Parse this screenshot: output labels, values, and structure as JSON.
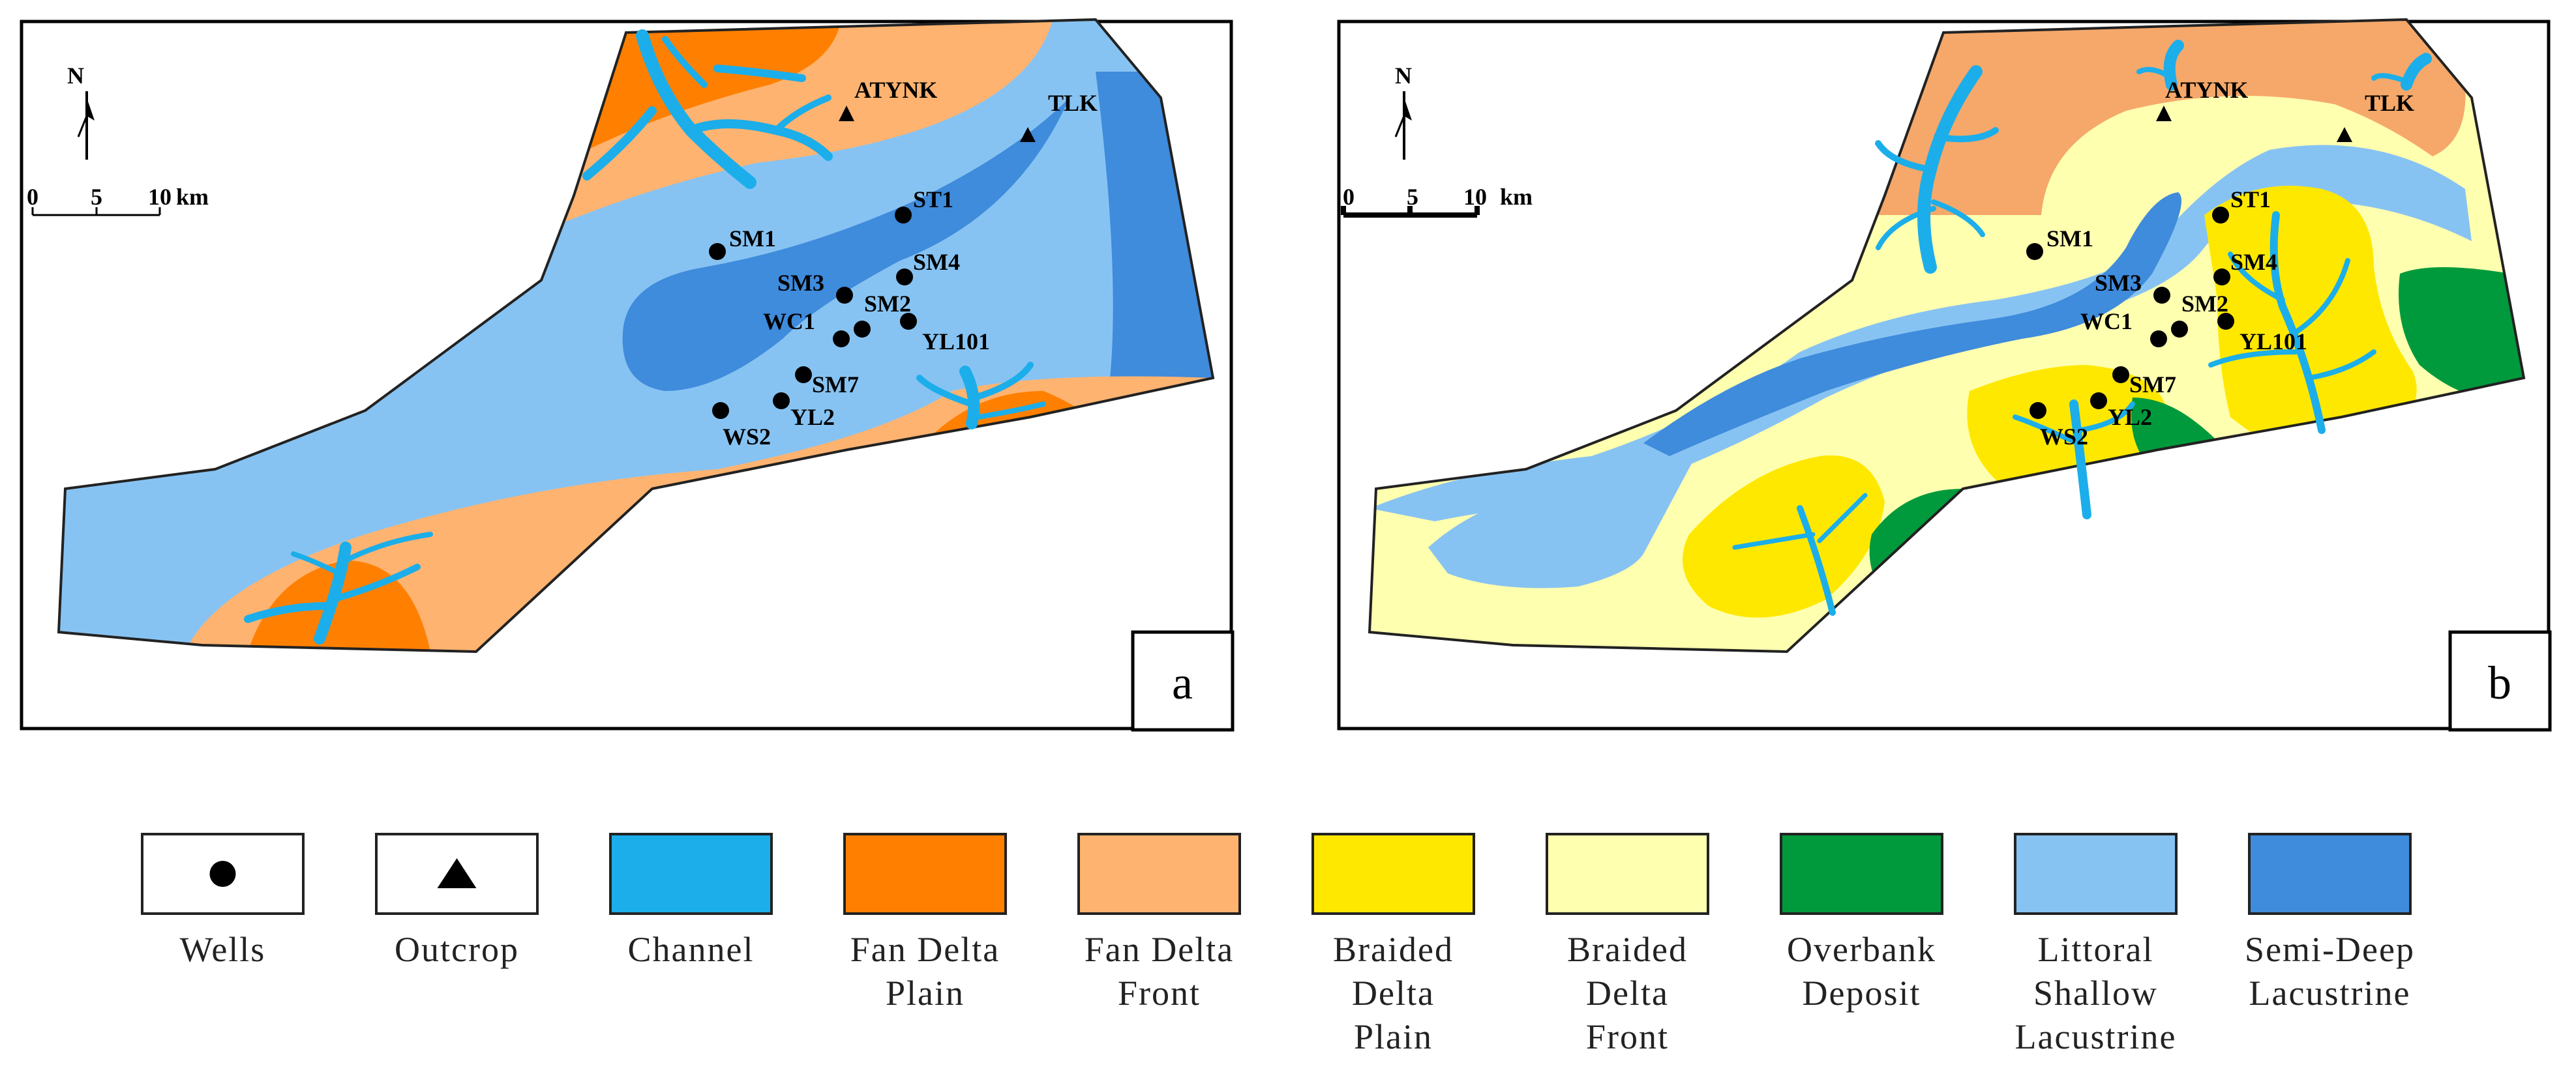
{
  "colors": {
    "fan_delta_plain": "#FF8000",
    "fan_delta_front": "#FFB370",
    "braided_delta_plain": "#FFE800",
    "braided_delta_front": "#FFFFB0",
    "overbank_deposit": "#009A3C",
    "littoral_shallow_lacustrine": "#87C3F2",
    "semi_deep_lacustrine": "#3F8BDC",
    "channel": "#1BAEEA",
    "well_marker": "#000000"
  },
  "north_label": "N",
  "scale_bar": {
    "ticks": [
      "0",
      "5",
      "10"
    ],
    "unit": "km"
  },
  "panels": [
    {
      "letter": "a",
      "wells": [
        {
          "name": "ST1"
        },
        {
          "name": "SM1"
        },
        {
          "name": "SM3"
        },
        {
          "name": "SM4"
        },
        {
          "name": "SM2"
        },
        {
          "name": "WC1"
        },
        {
          "name": "YL101"
        },
        {
          "name": "SM7"
        },
        {
          "name": "YL2"
        },
        {
          "name": "WS2"
        }
      ],
      "outcrops": [
        {
          "name": "ATYNK"
        },
        {
          "name": "TLK"
        }
      ]
    },
    {
      "letter": "b",
      "wells": [
        {
          "name": "ST1"
        },
        {
          "name": "SM1"
        },
        {
          "name": "SM3"
        },
        {
          "name": "SM4"
        },
        {
          "name": "SM2"
        },
        {
          "name": "WC1"
        },
        {
          "name": "YL101"
        },
        {
          "name": "SM7"
        },
        {
          "name": "YL2"
        },
        {
          "name": "WS2"
        }
      ],
      "outcrops": [
        {
          "name": "ATYNK"
        },
        {
          "name": "TLK"
        }
      ]
    }
  ],
  "legend": [
    {
      "lines": [
        "Wells"
      ],
      "symbol": "well"
    },
    {
      "lines": [
        "Outcrop"
      ],
      "symbol": "outcrop"
    },
    {
      "lines": [
        "Channel"
      ],
      "symbol": "channel"
    },
    {
      "lines": [
        "Fan Delta",
        "Plain"
      ],
      "symbol": "fan_delta_plain"
    },
    {
      "lines": [
        "Fan Delta",
        "Front"
      ],
      "symbol": "fan_delta_front"
    },
    {
      "lines": [
        "Braided",
        "Delta",
        "Plain"
      ],
      "symbol": "braided_delta_plain"
    },
    {
      "lines": [
        "Braided",
        "Delta",
        "Front"
      ],
      "symbol": "braided_delta_front"
    },
    {
      "lines": [
        "Overbank",
        "Deposit"
      ],
      "symbol": "overbank_deposit"
    },
    {
      "lines": [
        "Littoral",
        "Shallow",
        "Lacustrine"
      ],
      "symbol": "littoral_shallow_lacustrine"
    },
    {
      "lines": [
        "Semi-Deep",
        "Lacustrine"
      ],
      "symbol": "semi_deep_lacustrine"
    }
  ]
}
